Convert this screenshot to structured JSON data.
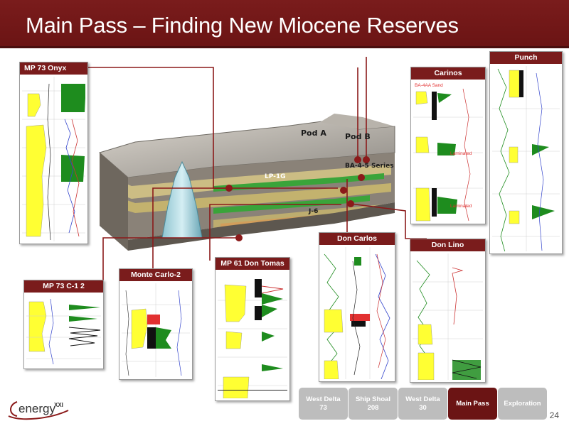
{
  "header": {
    "title": "Main Pass – Finding New Miocene Reserves"
  },
  "block_labels": {
    "pod_a": "Pod A",
    "pod_b": "Pod B",
    "ba_series": "BA-4-5 Series",
    "lp1g": "LP-1G",
    "j6": "J-6"
  },
  "wells": {
    "mp73_onyx": "MP 73 Onyx",
    "mp73_c12": "MP 73 C-1 2",
    "monte_carlo": "Monte Carlo-2",
    "mp61_don_tomas": "MP 61 Don Tomas",
    "don_carlos": "Don Carlos",
    "don_lino": "Don Lino",
    "carinos": "Carinos",
    "punch": "Punch"
  },
  "log_annotations": {
    "carinos_sand": "BA-4AA Sand",
    "laminated_1": "Laminated",
    "laminated_2": "Laminated"
  },
  "nav_tabs": [
    {
      "label": "West Delta\n73",
      "active": false
    },
    {
      "label": "Ship Shoal\n208",
      "active": false
    },
    {
      "label": "West Delta\n30",
      "active": false
    },
    {
      "label": "Main Pass",
      "active": true
    },
    {
      "label": "Exploration",
      "active": false
    }
  ],
  "footer": {
    "logo_text": "energy",
    "logo_sup": "XXI",
    "page_number": "24"
  },
  "colors": {
    "brand": "#7a1c1c",
    "tab_inactive": "#bdbdbd",
    "log_yellow": "#ffff33",
    "log_green": "#1e8c1e",
    "log_red": "#e23030"
  }
}
